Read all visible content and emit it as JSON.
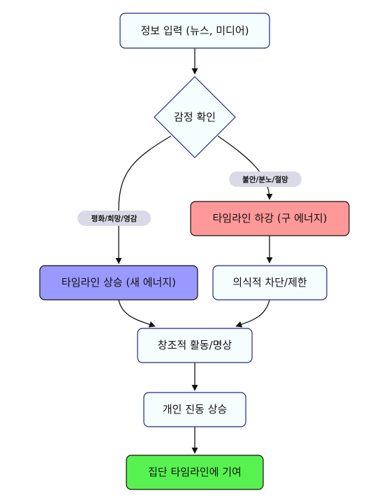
{
  "colors": {
    "default_fill": "#f6fdfe",
    "border": "#1f2a8a",
    "edge": "#111111",
    "edge_label_bg": "#dadae6",
    "fill_decline": "#ff9999",
    "fill_rise": "#9999ff",
    "fill_contribute": "#57f24f"
  },
  "nodes": {
    "input": {
      "label": "정보 입력 (뉴스, 미디어)"
    },
    "check": {
      "label": "감정 확인"
    },
    "decline": {
      "label": "타임라인 하강 (구 에너지)"
    },
    "rise": {
      "label": "타임라인 상승 (새 에너지)"
    },
    "block": {
      "label": "의식적 차단/제한"
    },
    "create": {
      "label": "창조적 활동/명상"
    },
    "vibe": {
      "label": "개인 진동 상승"
    },
    "contribute": {
      "label": "집단 타임라인에 기여"
    }
  },
  "edge_labels": {
    "negative": "불안/분노/절망",
    "positive": "평화/희망/영감"
  }
}
